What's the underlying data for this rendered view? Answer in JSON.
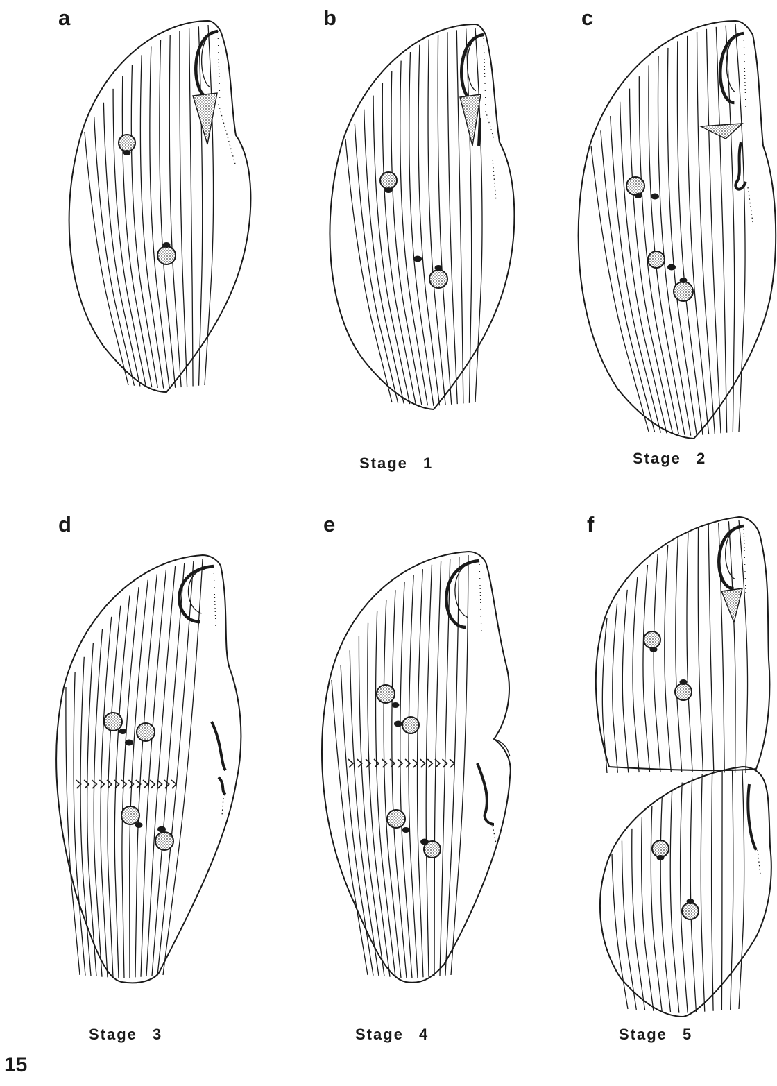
{
  "figure_number": "15",
  "panels": [
    {
      "letter": "a",
      "stage": ""
    },
    {
      "letter": "b",
      "stage": "Stage 1"
    },
    {
      "letter": "c",
      "stage": "Stage 2"
    },
    {
      "letter": "d",
      "stage": "Stage 3"
    },
    {
      "letter": "e",
      "stage": "Stage 4"
    },
    {
      "letter": "f",
      "stage": "Stage 5"
    }
  ],
  "colors": {
    "ink": "#1a1a1a",
    "background": "#ffffff",
    "stipple": "#8a8a8a"
  }
}
